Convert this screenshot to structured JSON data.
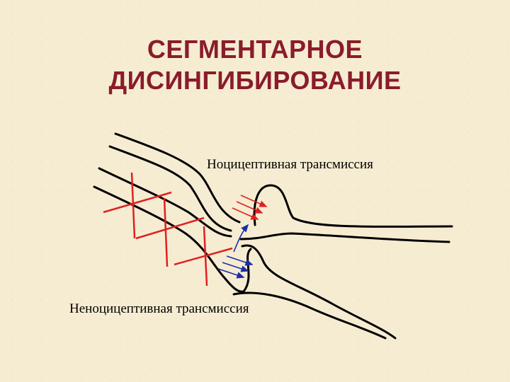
{
  "title": {
    "line1": "СЕГМЕНТАРНОЕ",
    "line2": "ДИСИНГИБИРОВАНИЕ"
  },
  "labels": {
    "nociceptive": "Ноцицептивная трансмиссия",
    "non_nociceptive": "Неноцицептивная трансмиссия"
  },
  "colors": {
    "title": "#8a1c2b",
    "nerve": "#000000",
    "inhibitory": "#e02020",
    "excitatory": "#1a2ea8",
    "background": "#f6ecd2"
  }
}
